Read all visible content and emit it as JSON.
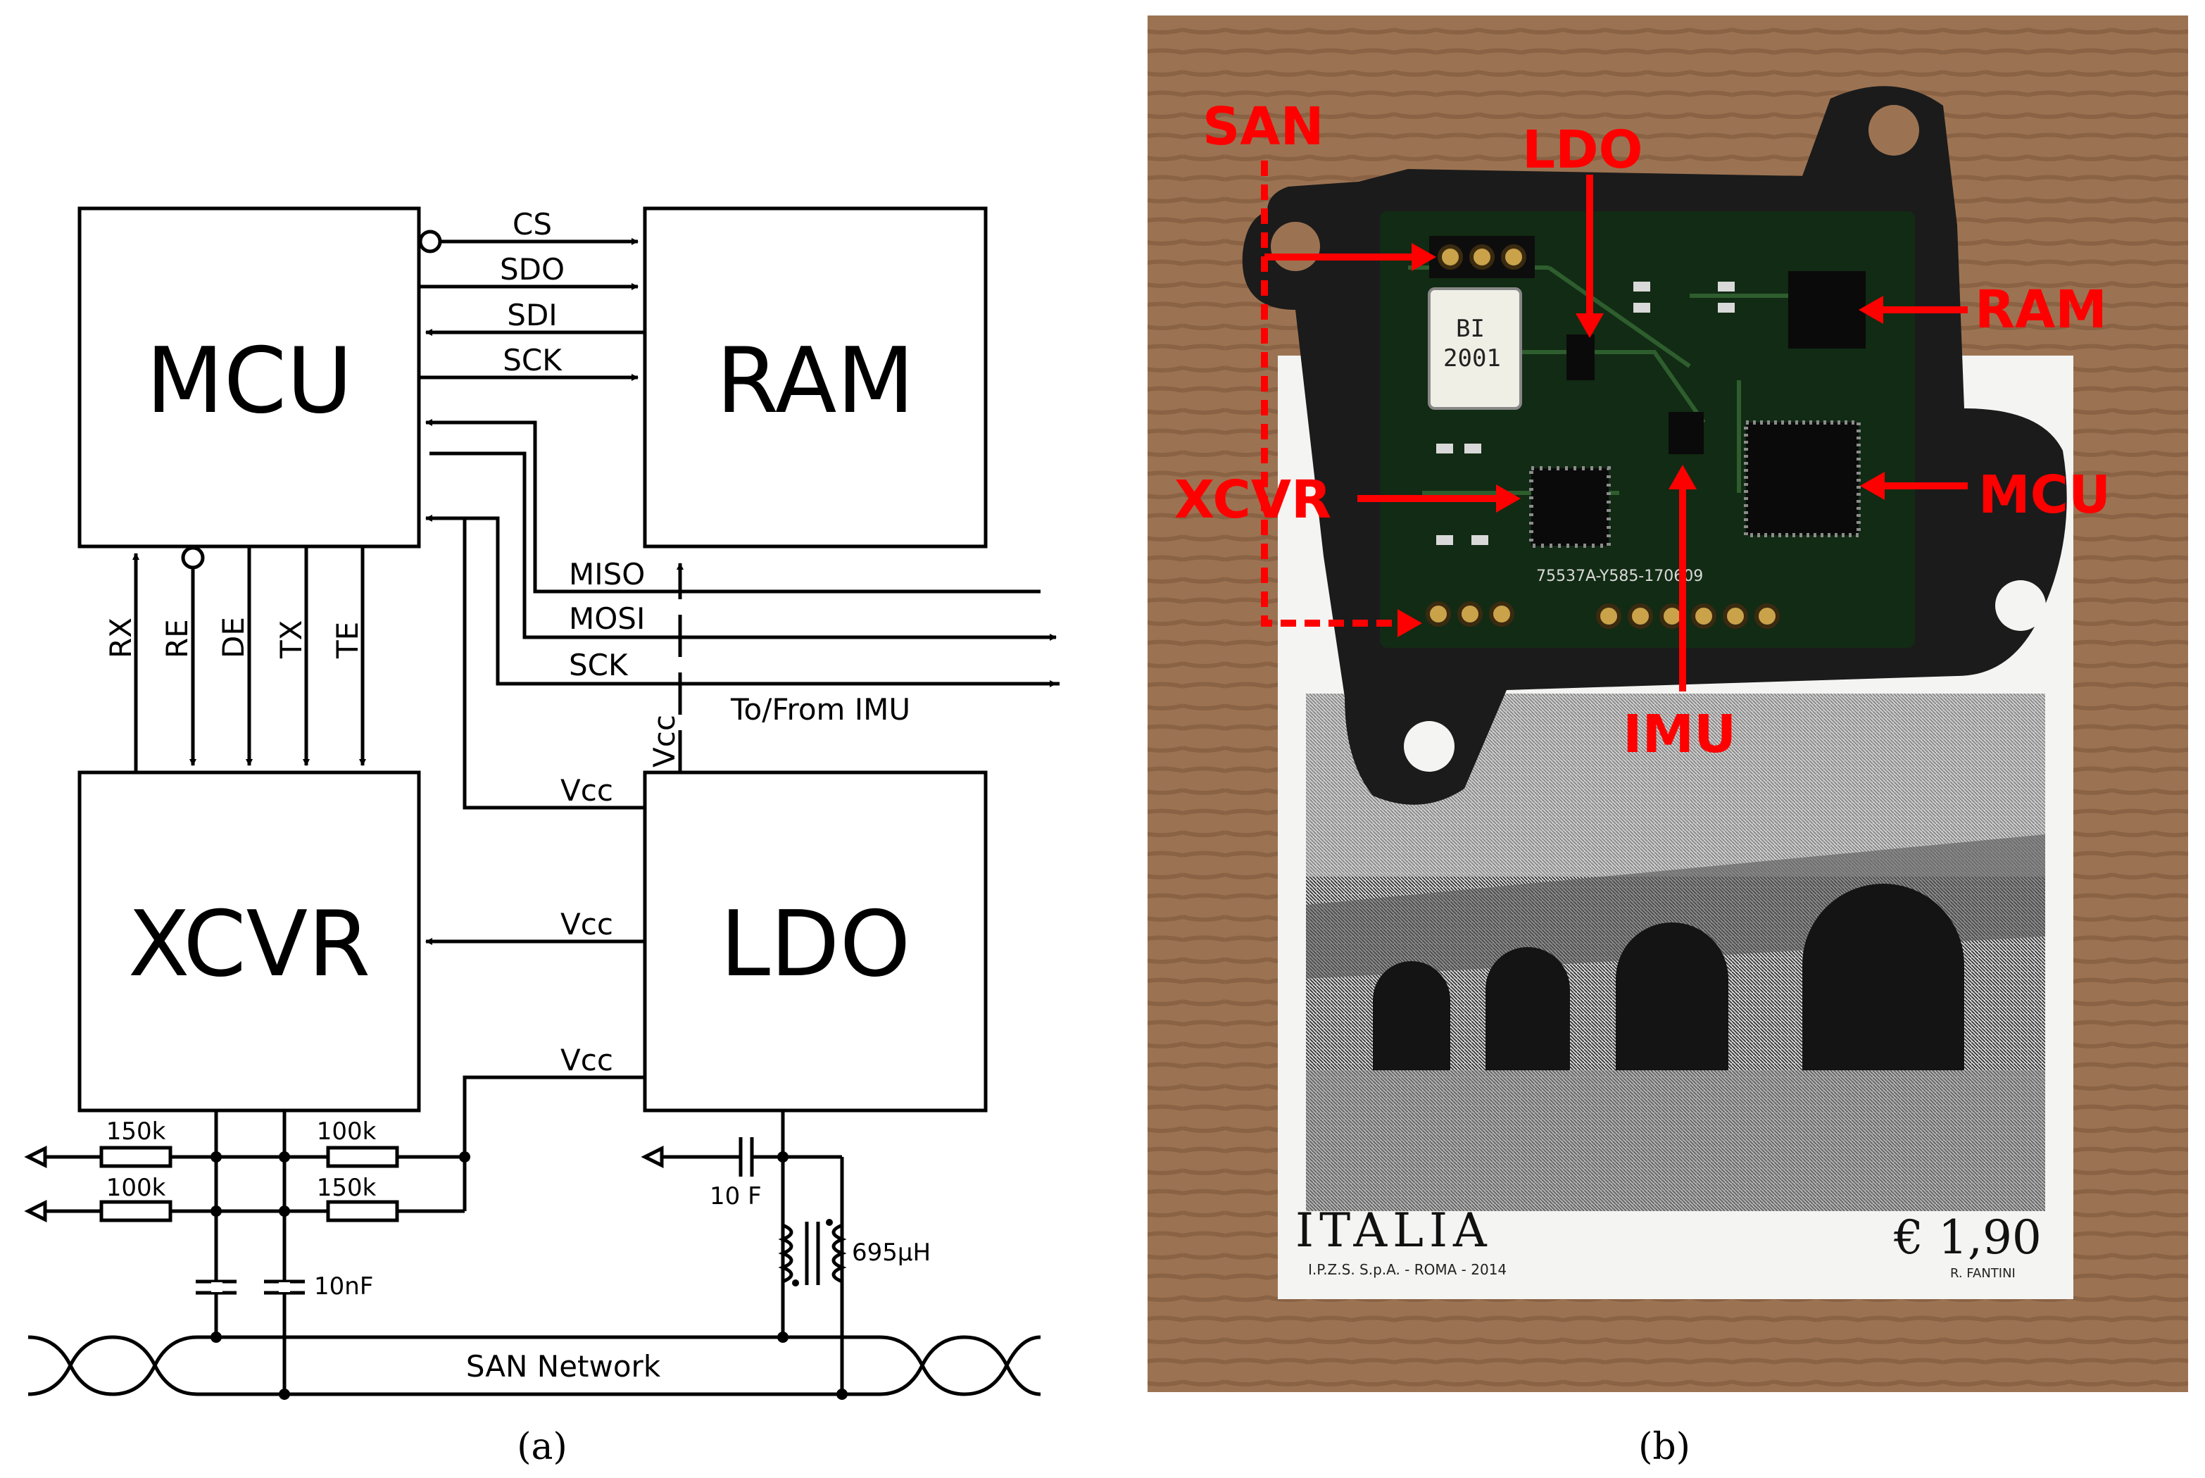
{
  "schematic": {
    "blocks": {
      "mcu": "MCU",
      "ram": "RAM",
      "xcvr": "XCVR",
      "ldo": "LDO"
    },
    "spi_signals": [
      "CS",
      "SDO",
      "SDI",
      "SCK"
    ],
    "imu_signals": [
      "MISO",
      "MOSI",
      "SCK"
    ],
    "imu_link": "To/From IMU",
    "xcvr_signals": [
      "RX",
      "RE",
      "DE",
      "TX",
      "TE"
    ],
    "vcc": "Vcc",
    "resistors": [
      "150k",
      "100k",
      "100k",
      "150k"
    ],
    "capacitors": [
      "10nF",
      "10 F"
    ],
    "inductor": "695µH",
    "network": "SAN Network",
    "caption": "(a)"
  },
  "photo": {
    "labels": [
      "SAN",
      "LDO",
      "RAM",
      "XCVR",
      "MCU",
      "IMU"
    ],
    "chip_marking": [
      "BI",
      "2001"
    ],
    "pcb_code": "75537A-Y585-170609",
    "stamp": {
      "country": "ITALIA",
      "printer": "I.P.Z.S. S.p.A. - ROMA - 2014",
      "value": "€ 1,90",
      "artist": "R. FANTINI"
    },
    "caption": "(b)"
  }
}
